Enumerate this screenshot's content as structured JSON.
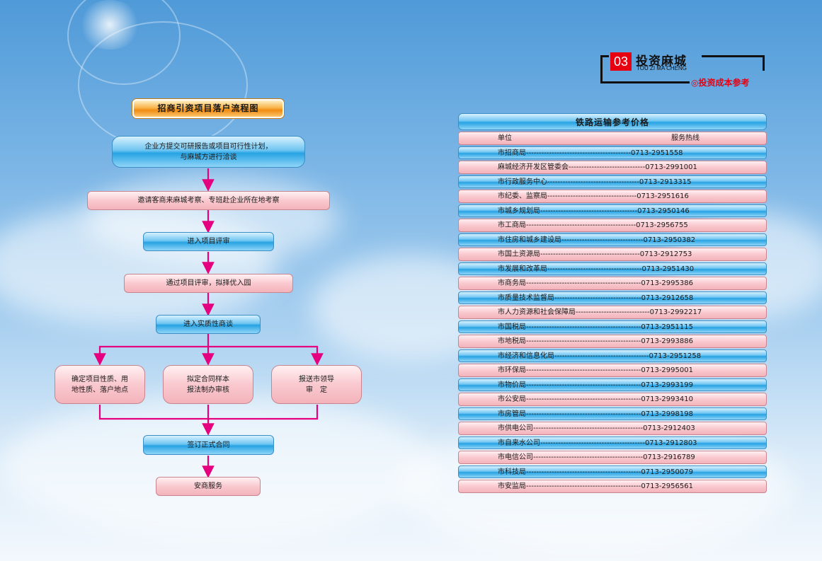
{
  "flowchart": {
    "title": "招商引资项目落户流程图",
    "step1_line1": "企业方提交可研报告或项目可行性计划，",
    "step1_line2": "与麻城方进行洽谈",
    "step2": "邀请客商来麻城考察、专班赴企业所在地考察",
    "step3": "进入项目评审",
    "step4": "通过项目评审，拟择优入园",
    "step5": "进入实质性商谈",
    "branch1_line1": "确定项目性质、用",
    "branch1_line2": "地性质、落户地点",
    "branch2_line1": "拟定合同样本",
    "branch2_line2": "报法制办审核",
    "branch3_line1": "报送市领导",
    "branch3_line2": "审　定",
    "step6": "签订正式合同",
    "step7": "安商服务"
  },
  "logo": {
    "number": "03",
    "title": "投资麻城",
    "subtitle": "TOU ZI MA CHENG",
    "tag": "◎投资成本参考"
  },
  "table": {
    "title": "铁路运输参考价格",
    "header": {
      "unit": "单位",
      "hotline": "服务热线"
    },
    "rows": [
      {
        "text": "市招商局-----------------------------------------0713-2951558",
        "style": "blue"
      },
      {
        "text": "麻城经济开发区管委会------------------------------0713-2991001",
        "style": "pink"
      },
      {
        "text": "市行政服务中心------------------------------------0713-2913315",
        "style": "blue"
      },
      {
        "text": "市纪委、监察局-----------------------------------0713-2951616",
        "style": "pink"
      },
      {
        "text": "市城乡规划局--------------------------------------0713-2950146",
        "style": "blue"
      },
      {
        "text": "市工商局-------------------------------------------0713-2956755",
        "style": "pink"
      },
      {
        "text": "市住房和城乡建设局--------------------------------0713-2950382",
        "style": "blue"
      },
      {
        "text": "市国土资源局---------------------------------------0713-2912753",
        "style": "pink"
      },
      {
        "text": "市发展和改革局-------------------------------------0713-2951430",
        "style": "blue"
      },
      {
        "text": "市商务局---------------------------------------------0713-2995386",
        "style": "pink"
      },
      {
        "text": "市质量技术监督局----------------------------------0713-2912658",
        "style": "blue"
      },
      {
        "text": "市人力资源和社会保障局-----------------------------0713-2992217",
        "style": "pink"
      },
      {
        "text": "市国税局---------------------------------------------0713-2951115",
        "style": "blue"
      },
      {
        "text": "市地税局---------------------------------------------0713-2993886",
        "style": "pink"
      },
      {
        "text": "市经济和信息化局-------------------------------------0713-2951258",
        "style": "blue"
      },
      {
        "text": "市环保局---------------------------------------------0713-2995001",
        "style": "pink"
      },
      {
        "text": "市物价局---------------------------------------------0713-2993199",
        "style": "blue"
      },
      {
        "text": "市公安局---------------------------------------------0713-2993410",
        "style": "pink"
      },
      {
        "text": "市房管局---------------------------------------------0713-2998198",
        "style": "blue"
      },
      {
        "text": "市供电公司-------------------------------------------0713-2912403",
        "style": "pink"
      },
      {
        "text": "市自来水公司-----------------------------------------0713-2912803",
        "style": "blue"
      },
      {
        "text": "市电信公司-------------------------------------------0713-2916789",
        "style": "pink"
      },
      {
        "text": "市科技局---------------------------------------------0713-2950079",
        "style": "blue"
      },
      {
        "text": "市安监局---------------------------------------------0713-2956561",
        "style": "pink"
      }
    ]
  }
}
